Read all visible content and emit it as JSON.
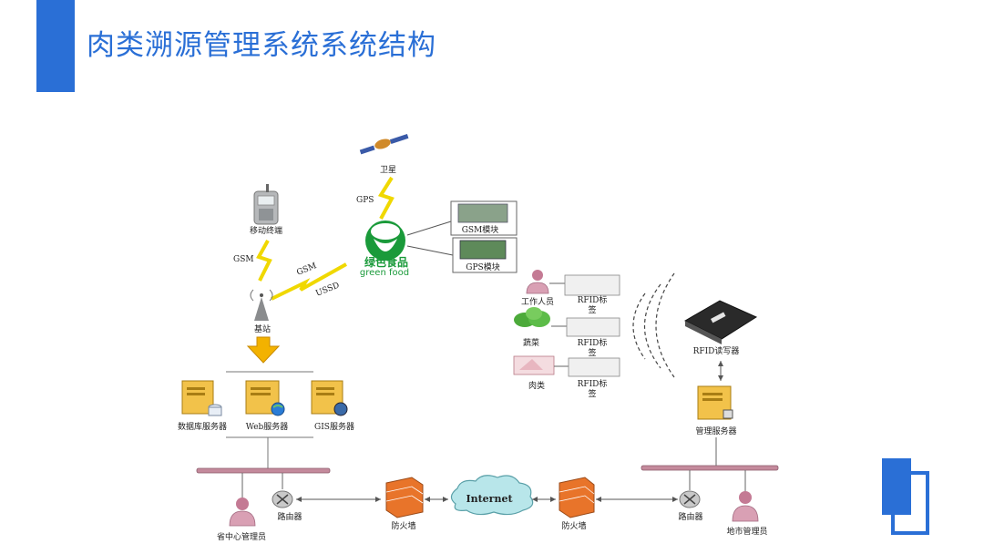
{
  "title": "肉类溯源管理系统系统结构",
  "colors": {
    "accent": "#2a6fd6",
    "green_logo": "#1a9a3a",
    "arrow_yellow": "#f3b200",
    "bus": "#c48a9c",
    "firewall": "#e8742a",
    "person": "#d9a0b4"
  },
  "diagram": {
    "satellite": "卫星",
    "gps": "GPS",
    "mobile_terminal": "移动终端",
    "gsm_left": "GSM",
    "gsm_middle": "GSM",
    "ussd": "USSD",
    "base_station": "基站",
    "green_food_cn": "绿色食品",
    "green_food_en": "green food",
    "gsm_module": "GSM模块",
    "gps_module": "GPS模块",
    "db_server": "数据库服务器",
    "web_server": "Web服务器",
    "gis_server": "GIS服务器",
    "worker": "工作人员",
    "vegetable": "蔬菜",
    "meat": "肉类",
    "rfid_tag_line1": "RFID标",
    "rfid_tag_line2": "签",
    "rfid_reader": "RFID读写器",
    "mgmt_server": "管理服务器",
    "router_left": "路由器",
    "router_right": "路由器",
    "firewall_left": "防火墙",
    "firewall_right": "防火墙",
    "internet": "Internet",
    "province_admin": "省中心管理员",
    "city_admin": "地市管理员"
  }
}
